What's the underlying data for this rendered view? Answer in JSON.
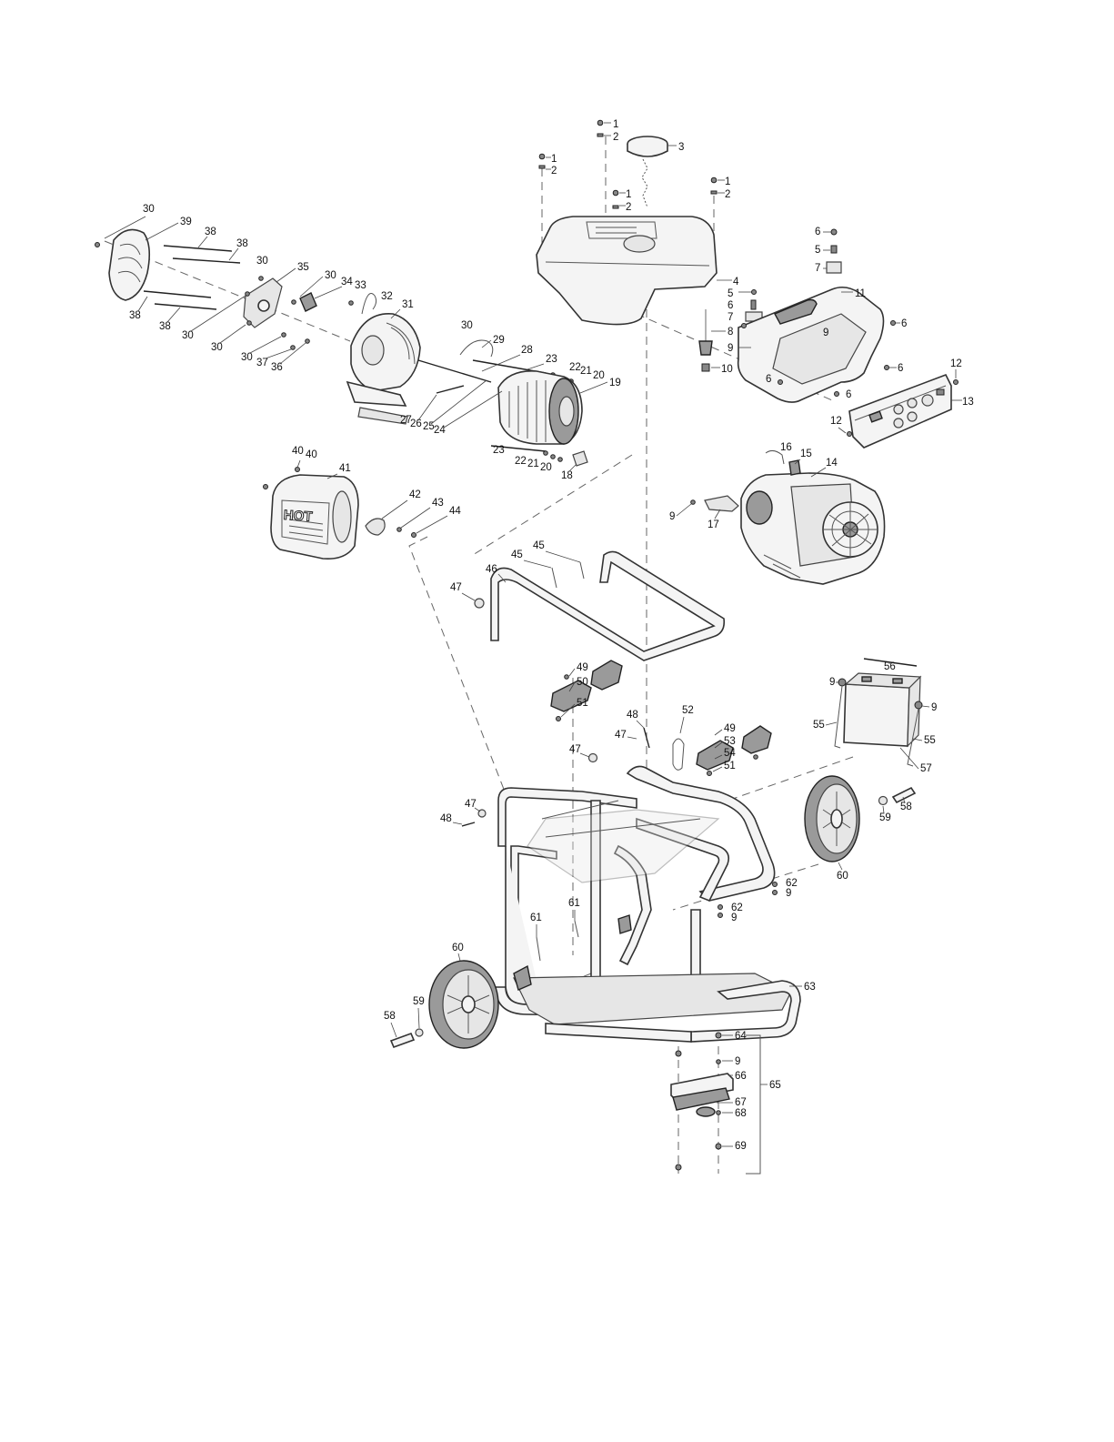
{
  "stamp_text": "HOT",
  "callouts": [
    {
      "id": "c1a",
      "text": "1"
    },
    {
      "id": "c2a",
      "text": "2"
    },
    {
      "id": "c3",
      "text": "3"
    },
    {
      "id": "c1b",
      "text": "1"
    },
    {
      "id": "c2b",
      "text": "2"
    },
    {
      "id": "c1c",
      "text": "1"
    },
    {
      "id": "c2c",
      "text": "2"
    },
    {
      "id": "c1d",
      "text": "1"
    },
    {
      "id": "c2d",
      "text": "2"
    },
    {
      "id": "c4",
      "text": "4"
    },
    {
      "id": "c5a",
      "text": "5"
    },
    {
      "id": "c6a",
      "text": "6"
    },
    {
      "id": "c7a",
      "text": "7"
    },
    {
      "id": "c8",
      "text": "8"
    },
    {
      "id": "c9a",
      "text": "9"
    },
    {
      "id": "c10",
      "text": "10"
    },
    {
      "id": "c6b",
      "text": "6"
    },
    {
      "id": "c5b",
      "text": "5"
    },
    {
      "id": "c7b",
      "text": "7"
    },
    {
      "id": "c11",
      "text": "11"
    },
    {
      "id": "c9b",
      "text": "9"
    },
    {
      "id": "c6c",
      "text": "6"
    },
    {
      "id": "c6d",
      "text": "6"
    },
    {
      "id": "c6e",
      "text": "6"
    },
    {
      "id": "c6f",
      "text": "6"
    },
    {
      "id": "c12a",
      "text": "12"
    },
    {
      "id": "c13",
      "text": "13"
    },
    {
      "id": "c12b",
      "text": "12"
    },
    {
      "id": "c30a",
      "text": "30"
    },
    {
      "id": "c39",
      "text": "39"
    },
    {
      "id": "c38a",
      "text": "38"
    },
    {
      "id": "c38b",
      "text": "38"
    },
    {
      "id": "c30b",
      "text": "30"
    },
    {
      "id": "c35",
      "text": "35"
    },
    {
      "id": "c30c",
      "text": "30"
    },
    {
      "id": "c33",
      "text": "33"
    },
    {
      "id": "c34",
      "text": "34"
    },
    {
      "id": "c32",
      "text": "32"
    },
    {
      "id": "c31",
      "text": "31"
    },
    {
      "id": "c38c",
      "text": "38"
    },
    {
      "id": "c38d",
      "text": "38"
    },
    {
      "id": "c30d",
      "text": "30"
    },
    {
      "id": "c30e",
      "text": "30"
    },
    {
      "id": "c30f",
      "text": "30"
    },
    {
      "id": "c37",
      "text": "37"
    },
    {
      "id": "c36",
      "text": "36"
    },
    {
      "id": "c30g",
      "text": "30"
    },
    {
      "id": "c29",
      "text": "29"
    },
    {
      "id": "c28",
      "text": "28"
    },
    {
      "id": "c23a",
      "text": "23"
    },
    {
      "id": "c22a",
      "text": "22"
    },
    {
      "id": "c21a",
      "text": "21"
    },
    {
      "id": "c20a",
      "text": "20"
    },
    {
      "id": "c19",
      "text": "19"
    },
    {
      "id": "c27",
      "text": "27"
    },
    {
      "id": "c26",
      "text": "26"
    },
    {
      "id": "c25",
      "text": "25"
    },
    {
      "id": "c24",
      "text": "24"
    },
    {
      "id": "c23b",
      "text": "23"
    },
    {
      "id": "c22b",
      "text": "22"
    },
    {
      "id": "c21b",
      "text": "21"
    },
    {
      "id": "c20b",
      "text": "20"
    },
    {
      "id": "c18",
      "text": "18"
    },
    {
      "id": "c16",
      "text": "16"
    },
    {
      "id": "c15",
      "text": "15"
    },
    {
      "id": "c14",
      "text": "14"
    },
    {
      "id": "c9c",
      "text": "9"
    },
    {
      "id": "c17",
      "text": "17"
    },
    {
      "id": "c40a",
      "text": "40"
    },
    {
      "id": "c40b",
      "text": "40"
    },
    {
      "id": "c41",
      "text": "41"
    },
    {
      "id": "c42",
      "text": "42"
    },
    {
      "id": "c43",
      "text": "43"
    },
    {
      "id": "c44",
      "text": "44"
    },
    {
      "id": "c45a",
      "text": "45"
    },
    {
      "id": "c45b",
      "text": "45"
    },
    {
      "id": "c46",
      "text": "46"
    },
    {
      "id": "c47a",
      "text": "47"
    },
    {
      "id": "c49a",
      "text": "49"
    },
    {
      "id": "c50",
      "text": "50"
    },
    {
      "id": "c51a",
      "text": "51"
    },
    {
      "id": "c48a",
      "text": "48"
    },
    {
      "id": "c52",
      "text": "52"
    },
    {
      "id": "c49b",
      "text": "49"
    },
    {
      "id": "c53",
      "text": "53"
    },
    {
      "id": "c54",
      "text": "54"
    },
    {
      "id": "c51b",
      "text": "51"
    },
    {
      "id": "c47b",
      "text": "47"
    },
    {
      "id": "c47c",
      "text": "47"
    },
    {
      "id": "c56",
      "text": "56"
    },
    {
      "id": "c9d",
      "text": "9"
    },
    {
      "id": "c9e",
      "text": "9"
    },
    {
      "id": "c55a",
      "text": "55"
    },
    {
      "id": "c55b",
      "text": "55"
    },
    {
      "id": "c57",
      "text": "57"
    },
    {
      "id": "c58a",
      "text": "58"
    },
    {
      "id": "c59a",
      "text": "59"
    },
    {
      "id": "c60a",
      "text": "60"
    },
    {
      "id": "c47d",
      "text": "47"
    },
    {
      "id": "c48b",
      "text": "48"
    },
    {
      "id": "c62a",
      "text": "62"
    },
    {
      "id": "c9f",
      "text": "9"
    },
    {
      "id": "c62b",
      "text": "62"
    },
    {
      "id": "c9g",
      "text": "9"
    },
    {
      "id": "c61a",
      "text": "61"
    },
    {
      "id": "c61b",
      "text": "61"
    },
    {
      "id": "c60b",
      "text": "60"
    },
    {
      "id": "c59b",
      "text": "59"
    },
    {
      "id": "c58b",
      "text": "58"
    },
    {
      "id": "c63",
      "text": "63"
    },
    {
      "id": "c64",
      "text": "64"
    },
    {
      "id": "c9h",
      "text": "9"
    },
    {
      "id": "c66",
      "text": "66"
    },
    {
      "id": "c65",
      "text": "65"
    },
    {
      "id": "c67",
      "text": "67"
    },
    {
      "id": "c68",
      "text": "68"
    },
    {
      "id": "c69",
      "text": "69"
    }
  ]
}
